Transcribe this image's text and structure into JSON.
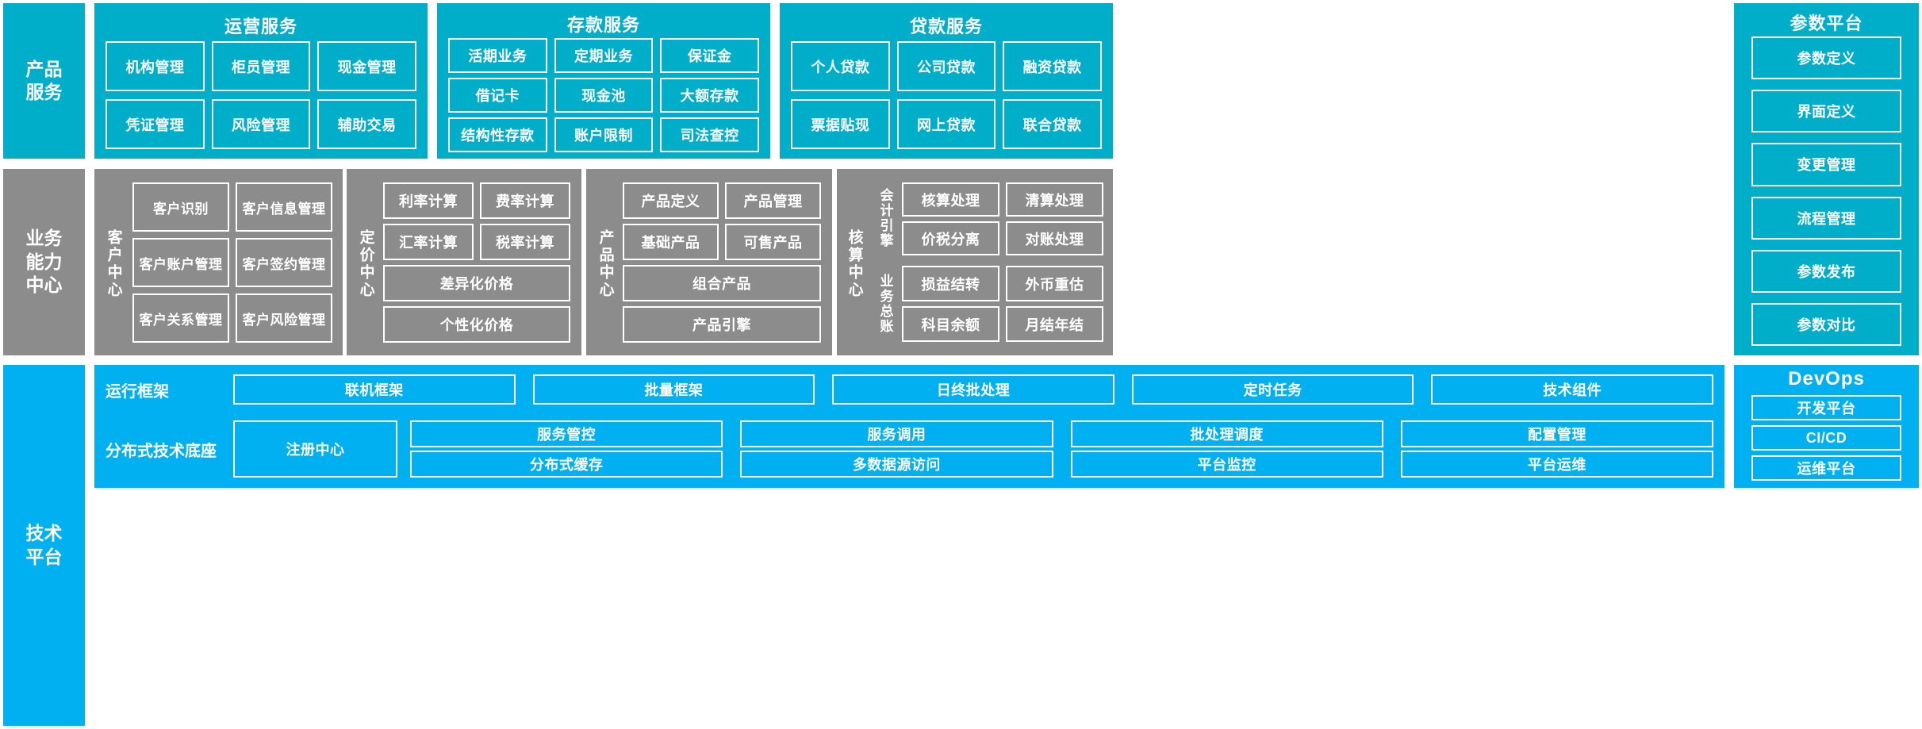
{
  "colors": {
    "product_service_band": "#00AECA",
    "business_capability_band": "#8C8C8C",
    "tech_platform_band": "#00B0F0",
    "border": "#FFFFFF",
    "page_background": "#FFFFFF"
  },
  "bands": {
    "product_service": {
      "label": "产品\n服务"
    },
    "business_capability": {
      "label": "业务\n能力\n中心"
    },
    "tech_platform": {
      "label": "技术\n平台"
    }
  },
  "product_service": {
    "groups": [
      {
        "title": "运营服务",
        "items": [
          "机构管理",
          "柜员管理",
          "现金管理",
          "凭证管理",
          "风险管理",
          "辅助交易"
        ]
      },
      {
        "title": "存款服务",
        "items": [
          "活期业务",
          "定期业务",
          "保证金",
          "借记卡",
          "现金池",
          "大额存款",
          "结构性存款",
          "账户限制",
          "司法查控"
        ]
      },
      {
        "title": "贷款服务",
        "items": [
          "个人贷款",
          "公司贷款",
          "融资贷款",
          "票据贴现",
          "网上贷款",
          "联合贷款"
        ]
      }
    ]
  },
  "parameter_platform": {
    "title": "参数平台",
    "items": [
      "参数定义",
      "界面定义",
      "变更管理",
      "流程管理",
      "参数发布",
      "参数对比"
    ]
  },
  "business_capability": {
    "centers": [
      {
        "name": "客户中心",
        "items": [
          "客户识别",
          "客户信息管理",
          "客户账户管理",
          "客户签约管理",
          "客户关系管理",
          "客户风险管理"
        ]
      },
      {
        "name": "定价中心",
        "items": [
          "利率计算",
          "费率计算",
          "汇率计算",
          "税率计算",
          "差异化价格",
          "个性化价格"
        ]
      },
      {
        "name": "产品中心",
        "items": [
          "产品定义",
          "产品管理",
          "基础产品",
          "可售产品",
          "组合产品",
          "产品引擎"
        ]
      },
      {
        "name": "核算中心",
        "subgroups": [
          {
            "name": "会计引擎",
            "items": [
              "核算处理",
              "清算处理",
              "价税分离",
              "对账处理"
            ]
          },
          {
            "name": "业务总账",
            "items": [
              "损益结转",
              "外币重估",
              "科目余额",
              "月结年结"
            ]
          }
        ]
      }
    ]
  },
  "tech_platform": {
    "rows": [
      {
        "label": "运行框架",
        "items": [
          "联机框架",
          "批量框架",
          "日终批处理",
          "定时任务",
          "技术组件"
        ]
      },
      {
        "label": "分布式技术底座",
        "wide_item": "注册中心",
        "items_top": [
          "服务管控",
          "服务调用",
          "批处理调度",
          "配置管理"
        ],
        "items_bottom": [
          "分布式缓存",
          "多数据源访问",
          "平台监控",
          "平台运维"
        ]
      }
    ]
  },
  "devops": {
    "title": "DevOps",
    "items": [
      "开发平台",
      "CI/CD",
      "运维平台"
    ]
  }
}
